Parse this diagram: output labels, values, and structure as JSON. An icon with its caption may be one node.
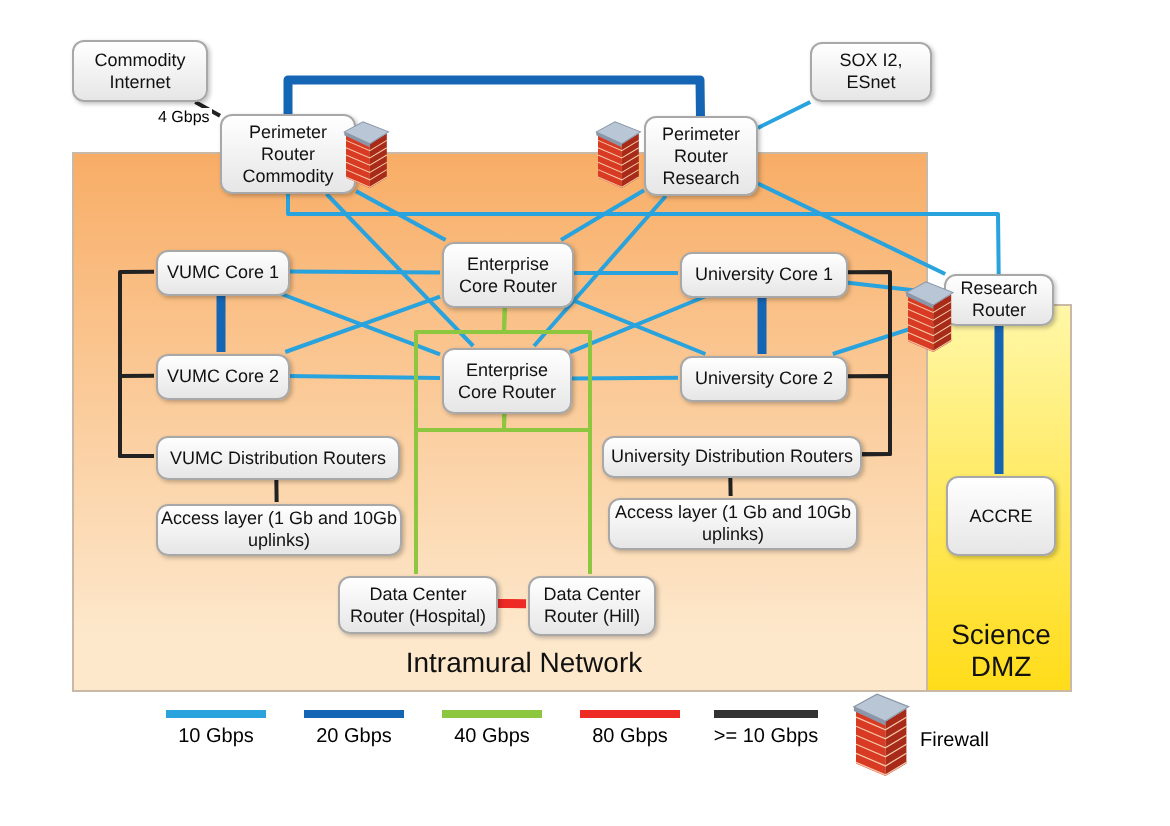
{
  "diagram": {
    "nodes": [
      {
        "text": [
          "Intramural Network"
        ]
      },
      {
        "text": [
          "Science DMZ"
        ]
      },
      {
        "text": [
          "Commodity Internet"
        ]
      },
      {
        "text": [
          "Perimeter Router Commodity"
        ]
      },
      {
        "text": [
          "Perimeter Router Research"
        ]
      },
      {
        "text": [
          "SOX I2, ESnet"
        ]
      },
      {
        "text": [
          "Research Router"
        ]
      },
      {
        "text": [
          "VUMC Core 1"
        ],
        "in": 0
      },
      {
        "text": [
          "VUMC Core 2"
        ],
        "in": 0
      },
      {
        "text": [
          "Enterprise Core Router"
        ],
        "in": 0
      },
      {
        "text": [
          "Enterprise Core Router"
        ],
        "in": 0
      },
      {
        "text": [
          "University Core 1"
        ],
        "in": 0
      },
      {
        "text": [
          "University Core 2"
        ],
        "in": 0
      },
      {
        "text": [
          "VUMC Distribution Routers"
        ],
        "in": 0
      },
      {
        "text": [
          "Access layer (1 Gb and 10Gb uplinks)"
        ],
        "in": 0
      },
      {
        "text": [
          "University Distribution Routers"
        ],
        "in": 0
      },
      {
        "text": [
          "Access layer (1 Gb and 10Gb uplinks)"
        ],
        "in": 0
      },
      {
        "text": [
          "Data Center Router (Hospital)"
        ],
        "in": 0
      },
      {
        "text": [
          "Data Center Router (Hill)"
        ],
        "in": 0
      },
      {
        "text": [
          "ACCRE"
        ],
        "in": 1
      }
    ],
    "edges": [
      {
        "from": 2,
        "to": 3,
        "arrow": "none",
        "label": "4 Gbps",
        "color": "#222222"
      },
      {
        "from": 3,
        "to": 4,
        "arrow": "none",
        "style": "thick",
        "color": "#1565b5"
      },
      {
        "from": 5,
        "to": 4,
        "arrow": "none"
      },
      {
        "from": 4,
        "to": 6,
        "arrow": "none"
      },
      {
        "from": 3,
        "to": 6,
        "arrow": "none"
      },
      {
        "from": 3,
        "to": 9,
        "arrow": "none"
      },
      {
        "from": 3,
        "to": 10,
        "arrow": "none"
      },
      {
        "from": 4,
        "to": 9,
        "arrow": "none"
      },
      {
        "from": 4,
        "to": 10,
        "arrow": "none"
      },
      {
        "from": 7,
        "to": 8,
        "arrow": "none",
        "style": "thick",
        "color": "#1565b5"
      },
      {
        "from": 7,
        "to": 9,
        "arrow": "none"
      },
      {
        "from": 7,
        "to": 10,
        "arrow": "none"
      },
      {
        "from": 8,
        "to": 9,
        "arrow": "none"
      },
      {
        "from": 8,
        "to": 10,
        "arrow": "none"
      },
      {
        "from": 11,
        "to": 9,
        "arrow": "none"
      },
      {
        "from": 11,
        "to": 10,
        "arrow": "none"
      },
      {
        "from": 12,
        "to": 9,
        "arrow": "none"
      },
      {
        "from": 12,
        "to": 10,
        "arrow": "none"
      },
      {
        "from": 11,
        "to": 12,
        "arrow": "none",
        "style": "thick",
        "color": "#1565b5"
      },
      {
        "from": 11,
        "to": 6,
        "arrow": "none"
      },
      {
        "from": 12,
        "to": 6,
        "arrow": "none"
      },
      {
        "from": 6,
        "to": 19,
        "arrow": "none",
        "style": "thick",
        "color": "#1565b5"
      },
      {
        "from": 7,
        "to": 13,
        "arrow": "none",
        "color": "#222222"
      },
      {
        "from": 8,
        "to": 13,
        "arrow": "none",
        "color": "#222222"
      },
      {
        "from": 13,
        "to": 14,
        "arrow": "none",
        "color": "#222222"
      },
      {
        "from": 11,
        "to": 15,
        "arrow": "none",
        "color": "#222222"
      },
      {
        "from": 12,
        "to": 15,
        "arrow": "none",
        "color": "#222222"
      },
      {
        "from": 15,
        "to": 16,
        "arrow": "none",
        "color": "#222222"
      },
      {
        "from": 9,
        "to": 17,
        "arrow": "none",
        "color": "#8dc63f"
      },
      {
        "from": 9,
        "to": 18,
        "arrow": "none",
        "color": "#8dc63f"
      },
      {
        "from": 10,
        "to": 17,
        "arrow": "none",
        "color": "#8dc63f"
      },
      {
        "from": 10,
        "to": 18,
        "arrow": "none",
        "color": "#8dc63f"
      },
      {
        "from": 17,
        "to": 18,
        "arrow": "none",
        "style": "thick",
        "color": "#ee2a24"
      }
    ],
    "legend": [
      {
        "text": "10 Gbps",
        "color": "#29a3dd"
      },
      {
        "text": "20 Gbps",
        "color": "#1565b5"
      },
      {
        "text": "40 Gbps",
        "color": "#8dc63f"
      },
      {
        "text": "80 Gbps",
        "color": "#ee2a24"
      },
      {
        "text": ">= 10 Gbps",
        "color": "#333333"
      },
      {
        "text": "Firewall"
      }
    ]
  }
}
